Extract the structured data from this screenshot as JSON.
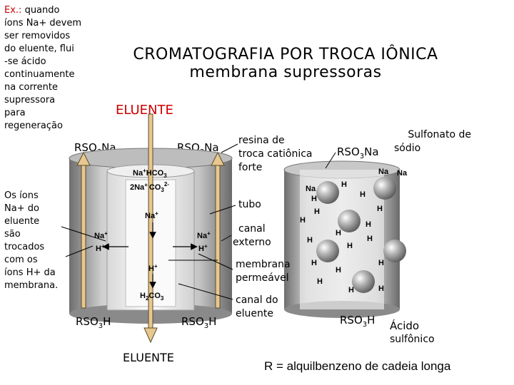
{
  "left_note_top": {
    "prefix": "Ex.:",
    "text": "quando íons Na+ devem ser removidos do eluente, flui -se ácido continuamente na corrente supressora para regeneração",
    "lines": [
      "íons Na+ devem",
      "ser removidos",
      "do eluente, flui",
      "-se ácido",
      "continuamente",
      "na corrente",
      "supressora",
      "para",
      "regeneração"
    ],
    "first_line": "quando"
  },
  "title": {
    "line1": "CROMATOGRAFIA POR TROCA IÔNICA",
    "line2": "membrana supressoras"
  },
  "eluente_top": "ELUENTE",
  "eluente_bottom": "ELUENTE",
  "rso3na_left": {
    "base": "RSO",
    "sub": "3",
    "end": "Na"
  },
  "rso3na_mid": {
    "base": "RSO",
    "sub": "3",
    "end": "Na"
  },
  "rso3na_right": {
    "base": "RSO",
    "sub": "3",
    "end": "Na"
  },
  "rso3h_left": {
    "base": "RSO",
    "sub": "3",
    "end": "H"
  },
  "rso3h_mid": {
    "base": "RSO",
    "sub": "3",
    "end": "H"
  },
  "rso3h_right": {
    "base": "RSO",
    "sub": "3",
    "end": "H"
  },
  "resina": [
    "resina de",
    "troca catiônica",
    "forte"
  ],
  "sulfonato": [
    "Sulfonato de",
    "sódio"
  ],
  "left_note_bottom": [
    "Os íons",
    "Na+ do",
    "eluente",
    "são",
    "trocados",
    "com os",
    "íons H+ da",
    "membrana."
  ],
  "labels": {
    "tubo": "tubo",
    "canal_externo": [
      "canal",
      "externo"
    ],
    "membrana": [
      "membrana",
      "permeável"
    ],
    "canal_eluente": [
      "canal do",
      "eluente"
    ]
  },
  "acido": [
    "Ácido",
    "sulfônico"
  ],
  "r_def": "R = alquilbenzeno de cadeia longa",
  "ions": {
    "top_right1": "Na",
    "top_right2": "HCO",
    "top_right3": "3",
    "mid1": "2Na",
    "mid2": "CO",
    "mid3": "3",
    "mid4": "2-",
    "na_center": "Na",
    "na_left": "Na",
    "h_left": "H",
    "na_right": "Na",
    "h_right": "H",
    "h_center": "H",
    "h2co3_a": "H",
    "h2co3_b": "2",
    "h2co3_c": "CO",
    "h2co3_d": "3"
  },
  "colors": {
    "accent_red": "#cc0000",
    "arrow_fill": "#e8c890",
    "arrow_stroke": "#5a4a2a"
  }
}
